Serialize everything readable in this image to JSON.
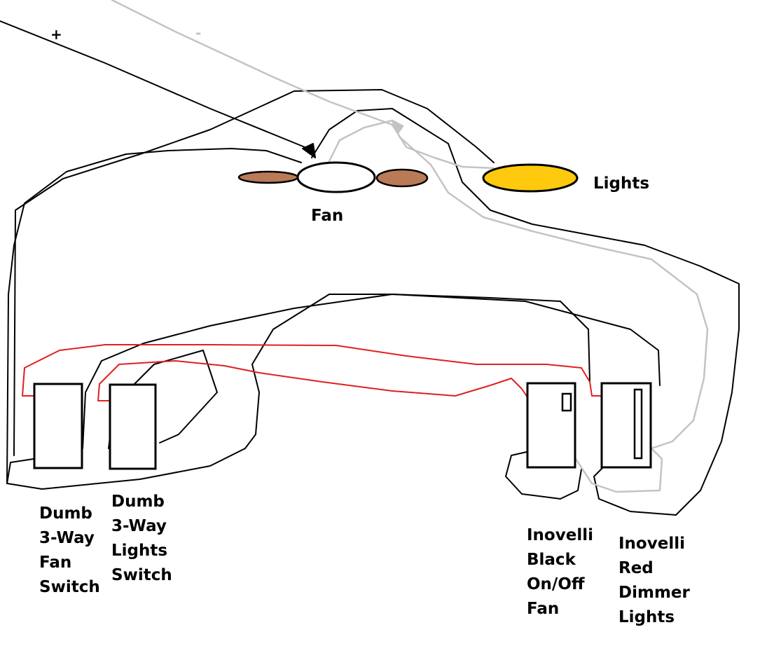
{
  "polarity": {
    "positive": "+",
    "negative": "-"
  },
  "fixtures": {
    "fan_label": "Fan",
    "lights_label": "Lights"
  },
  "switches": [
    {
      "id": "dumb-fan",
      "lines": [
        "Dumb",
        "3-Way",
        "Fan",
        "Switch"
      ]
    },
    {
      "id": "dumb-lights",
      "lines": [
        "Dumb",
        "3-Way",
        "Lights",
        "Switch"
      ]
    },
    {
      "id": "inovelli-black",
      "lines": [
        "Inovelli",
        "Black",
        "On/Off",
        "Fan"
      ]
    },
    {
      "id": "inovelli-red",
      "lines": [
        "Inovelli",
        "Red",
        "Dimmer",
        "Lights"
      ]
    }
  ],
  "colors": {
    "hot_wire": "#000000",
    "neutral_wire": "#c3c3c3",
    "traveler_wire": "#e02020",
    "fan_blade": "#b97a56",
    "light": "#ffc90e",
    "fan_body": "#ffffff"
  },
  "icons": [
    "fan-icon",
    "light-icon",
    "switch-icon",
    "arrow-icon"
  ]
}
